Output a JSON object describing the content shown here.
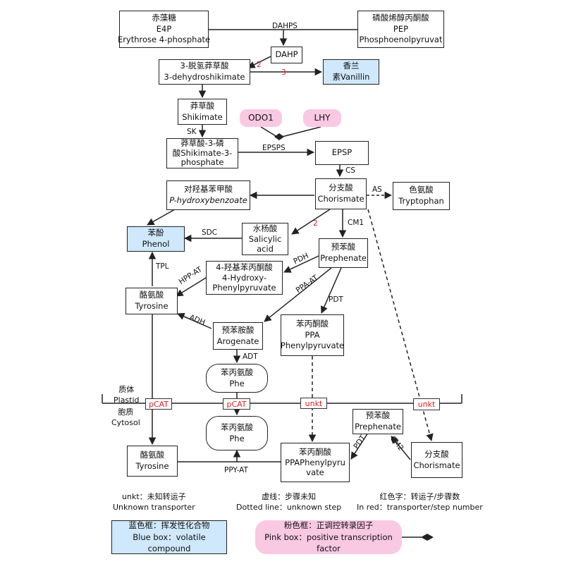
{
  "nodes": {
    "e4p": {
      "l1": "赤藻糖",
      "l2": "E4P",
      "l3": "Erythrose 4-phosphate"
    },
    "pep": {
      "l1": "磷酸烯醇丙酮酸",
      "l2": "PEP",
      "l3": "Phosphoenolpyruvat"
    },
    "dahp": {
      "l1": "DAHP"
    },
    "dhs": {
      "l1": "3-脱氢莽草酸",
      "l2": "3-dehydroshikimate"
    },
    "vanillin": {
      "l1": "香兰",
      "l2": "素Vanillin"
    },
    "shikimate": {
      "l1": "莽草酸",
      "l2": "Shikimate"
    },
    "odo1": {
      "l1": "ODO1"
    },
    "lhy": {
      "l1": "LHY"
    },
    "s3p": {
      "l1": "莽草酸-3-磷",
      "l2": "酸Shikimate-3-",
      "l3": "phosphate"
    },
    "epsp": {
      "l1": "EPSP"
    },
    "hba": {
      "l1": "对羟基苯甲酸",
      "l2": "P-hydroxybenzoate"
    },
    "chorismate": {
      "l1": "分支酸",
      "l2": "Chorismate"
    },
    "tryptophan": {
      "l1": "色氨酸",
      "l2": "Tryptophan"
    },
    "phenol": {
      "l1": "苯酚",
      "l2": "Phenol"
    },
    "salicylic": {
      "l1": "水杨酸",
      "l2": "Salicylic",
      "l3": "acid"
    },
    "prephenate": {
      "l1": "预苯酸",
      "l2": "Prephenate"
    },
    "hpp": {
      "l1": "4-羟基苯丙酮酸",
      "l2": "4-Hydroxy-",
      "l3": "Phenylpyruvate"
    },
    "tyrosine": {
      "l1": "酪氨酸",
      "l2": "Tyrosine"
    },
    "arogenate": {
      "l1": "预苯胺酸",
      "l2": "Arogenate"
    },
    "ppa": {
      "l1": "苯丙酮酸",
      "l2": "PPA",
      "l3": "Phenylpyruvate"
    },
    "phe_p": {
      "l1": "苯丙氨酸",
      "l2": "Phe"
    },
    "phe_c": {
      "l1": "苯丙氨酸",
      "l2": "Phe"
    },
    "tyr_c": {
      "l1": "酪氨酸",
      "l2": "Tyrosine"
    },
    "ppa_c": {
      "l1": "苯丙酮酸",
      "l2": "PPAPhenylpyru",
      "l3": "vate"
    },
    "preph_c": {
      "l1": "预苯酸",
      "l2": "Prephenate"
    },
    "chor_c": {
      "l1": "分支酸",
      "l2": "Chorismate"
    }
  },
  "enzymes": {
    "dahps": "DAHPS",
    "sk": "SK",
    "epsps": "EPSPS",
    "cs": "CS",
    "as": "AS",
    "cm1": "CM1",
    "sdc": "SDC",
    "pdh": "PDH",
    "tpl": "TPL",
    "hppat": "HPP-AT",
    "ppaat": "PPA-AT",
    "pdt": "PDT",
    "adh": "ADH",
    "adt": "ADT",
    "ppyat": "PPY-AT",
    "pdt2": "PDT",
    "cm2": "CM2"
  },
  "step_numbers": {
    "s_dahp_dhs": "2",
    "s_dhs_van": "3",
    "s_chor_sal": "2"
  },
  "compartments": {
    "plastid_zh": "质体",
    "plastid_en": "Plastid",
    "cytosol_zh": "胞质",
    "cytosol_en": "Cytosol"
  },
  "transporters": {
    "t1": "pCAT",
    "t2": "pCAT",
    "t3": "unkt",
    "t4": "unkt"
  },
  "legend": {
    "unkt_zh": "unkt：未知转运子",
    "unkt_en": "Unknown transporter",
    "dotted_zh": "虚线：步骤未知",
    "dotted_en": "Dotted line：unknown step",
    "red_zh": "红色字：转运子/步骤数",
    "red_en": "In red：transporter/step number",
    "blue_zh": "蓝色框：挥发性化合物",
    "blue_en": "Blue box：volatile compound",
    "pink_zh": "粉色框：正调控转录因子",
    "pink_en": "Pink  box：positive transcription factor"
  },
  "colors": {
    "blue_box": "#cfe8fb",
    "pink_box": "#f9c8e3",
    "red_text": "#e02020"
  }
}
